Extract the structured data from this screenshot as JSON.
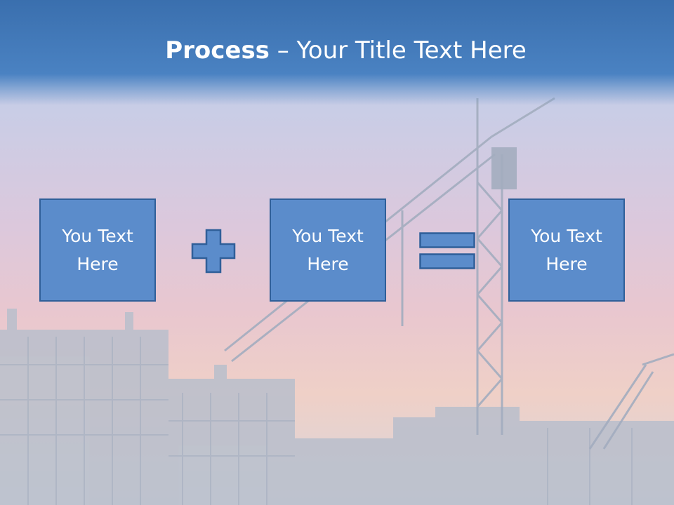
{
  "slide": {
    "title_bold": "Process",
    "title_rest": " – Your Title Text Here",
    "boxes": [
      {
        "text": "You Text Here"
      },
      {
        "text": "You Text Here"
      },
      {
        "text": "You Text Here"
      }
    ],
    "operators": [
      "plus-icon",
      "equals-icon"
    ],
    "colors": {
      "header": "#4a82c2",
      "box_fill": "#5b8ccb",
      "box_border": "#2f5f99",
      "text": "#ffffff"
    }
  }
}
